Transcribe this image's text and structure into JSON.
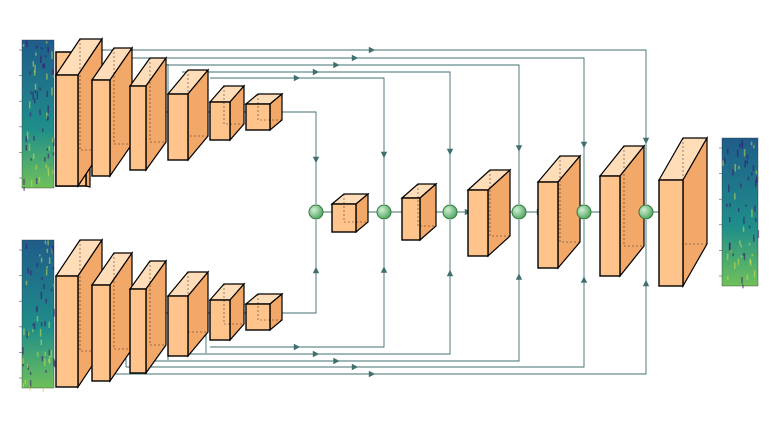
{
  "colors": {
    "block_front": "#FFC48C",
    "block_side": "#F2A868",
    "block_top": "#FFDDB8",
    "block_stroke": "#000000",
    "connector": "#3F6F6F",
    "node_fill": "#7CC48A",
    "node_stroke": "#2E7A3F",
    "spectrogram_low": "#3A0F6E",
    "spectrogram_mid": "#1F8E8A",
    "spectrogram_high": "#C9E04A"
  },
  "icons": {
    "merge_node": "circle",
    "spectrogram_inputs": [
      "spectrogram-input-top",
      "spectrogram-input-bottom"
    ],
    "spectrogram_output": "spectrogram-output"
  },
  "structure": {
    "encoder_branches": 2,
    "encoder_blocks_per_branch": 6,
    "decoder_blocks": 6,
    "merge_nodes": 6,
    "inputs": 2,
    "outputs": 1
  }
}
